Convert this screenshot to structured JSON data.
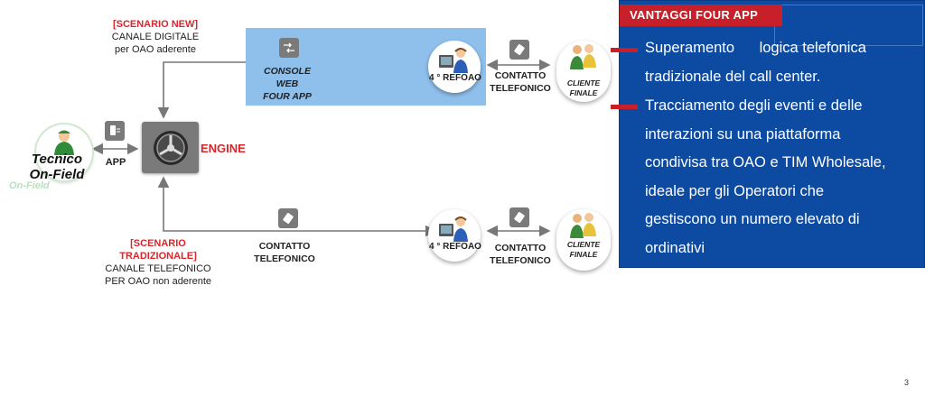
{
  "top_scenario": {
    "tag": "[SCENARIO NEW]",
    "line1": "CANALE DIGITALE",
    "line2": "per OAO aderente"
  },
  "console": {
    "line1": "CONSOLE",
    "line2": "WEB",
    "line3": "FOUR APP"
  },
  "engine_label": "ENGINE",
  "app_label": "APP",
  "tecnico": {
    "line1": "Tecnico",
    "line2": "On-Field",
    "ghost": "On-Field"
  },
  "refoao_top": "4 ° REFOAO",
  "refoao_bottom": "4 ° REFOAO",
  "contatto_top": {
    "line1": "CONTATTO",
    "line2": "TELEFONICO"
  },
  "contatto_bottom": {
    "line1": "CONTATTO",
    "line2": "TELEFONICO"
  },
  "contatto_mid": {
    "line1": "CONTATTO",
    "line2": "TELEFONICO"
  },
  "cliente_top": {
    "line1": "CLIENTE",
    "line2": "FINALE"
  },
  "cliente_bottom": {
    "line1": "CLIENTE",
    "line2": "FINALE"
  },
  "bottom_scenario": {
    "tag1": "[SCENARIO",
    "tag2": "TRADIZIONALE]",
    "line1": "CANALE TELEFONICO",
    "line2": "PER OAO non aderente"
  },
  "panel": {
    "title": "VANTAGGI FOUR APP",
    "bullet1_lines": [
      "Superamento      logica telefonica",
      "tradizionale del call center."
    ],
    "bullet2_lines": [
      "Tracciamento degli eventi e delle",
      "interazioni su una piattaforma",
      "condivisa tra OAO e TIM Wholesale,",
      "ideale per gli Operatori che",
      "gestiscono un numero elevato di",
      "ordinativi"
    ]
  },
  "page_number": "3",
  "colors": {
    "accent_red": "#d9262b",
    "panel_blue": "#0d4aa2",
    "console_blue": "#8fc0ec"
  }
}
